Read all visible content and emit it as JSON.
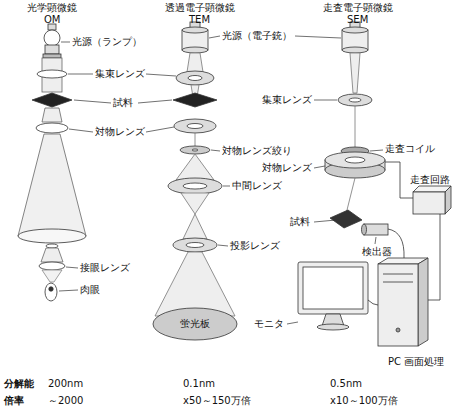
{
  "diagram": {
    "labels": [
      "光学顕微鏡",
      "OM",
      "透過電子顕微鏡",
      "TEM",
      "走査電子顕微鏡",
      "SEM",
      "光源（ランプ）",
      "集束レンズ",
      "試料",
      "対物レンズ",
      "接眼レンズ",
      "肉眼",
      "光源（電子銃）",
      "対物レンズ絞り",
      "中間レンズ",
      "投影レンズ",
      "蛍光板",
      "集束レンズ",
      "走査コイル",
      "対物レンズ",
      "走査回路",
      "試料",
      "検出器",
      "モニタ",
      "PC 画面処理",
      "分解能",
      "200nm",
      "0.1nm",
      "0.5nm",
      "倍率",
      "～2000",
      "x50～150万倍",
      "x10～100万倍"
    ]
  }
}
